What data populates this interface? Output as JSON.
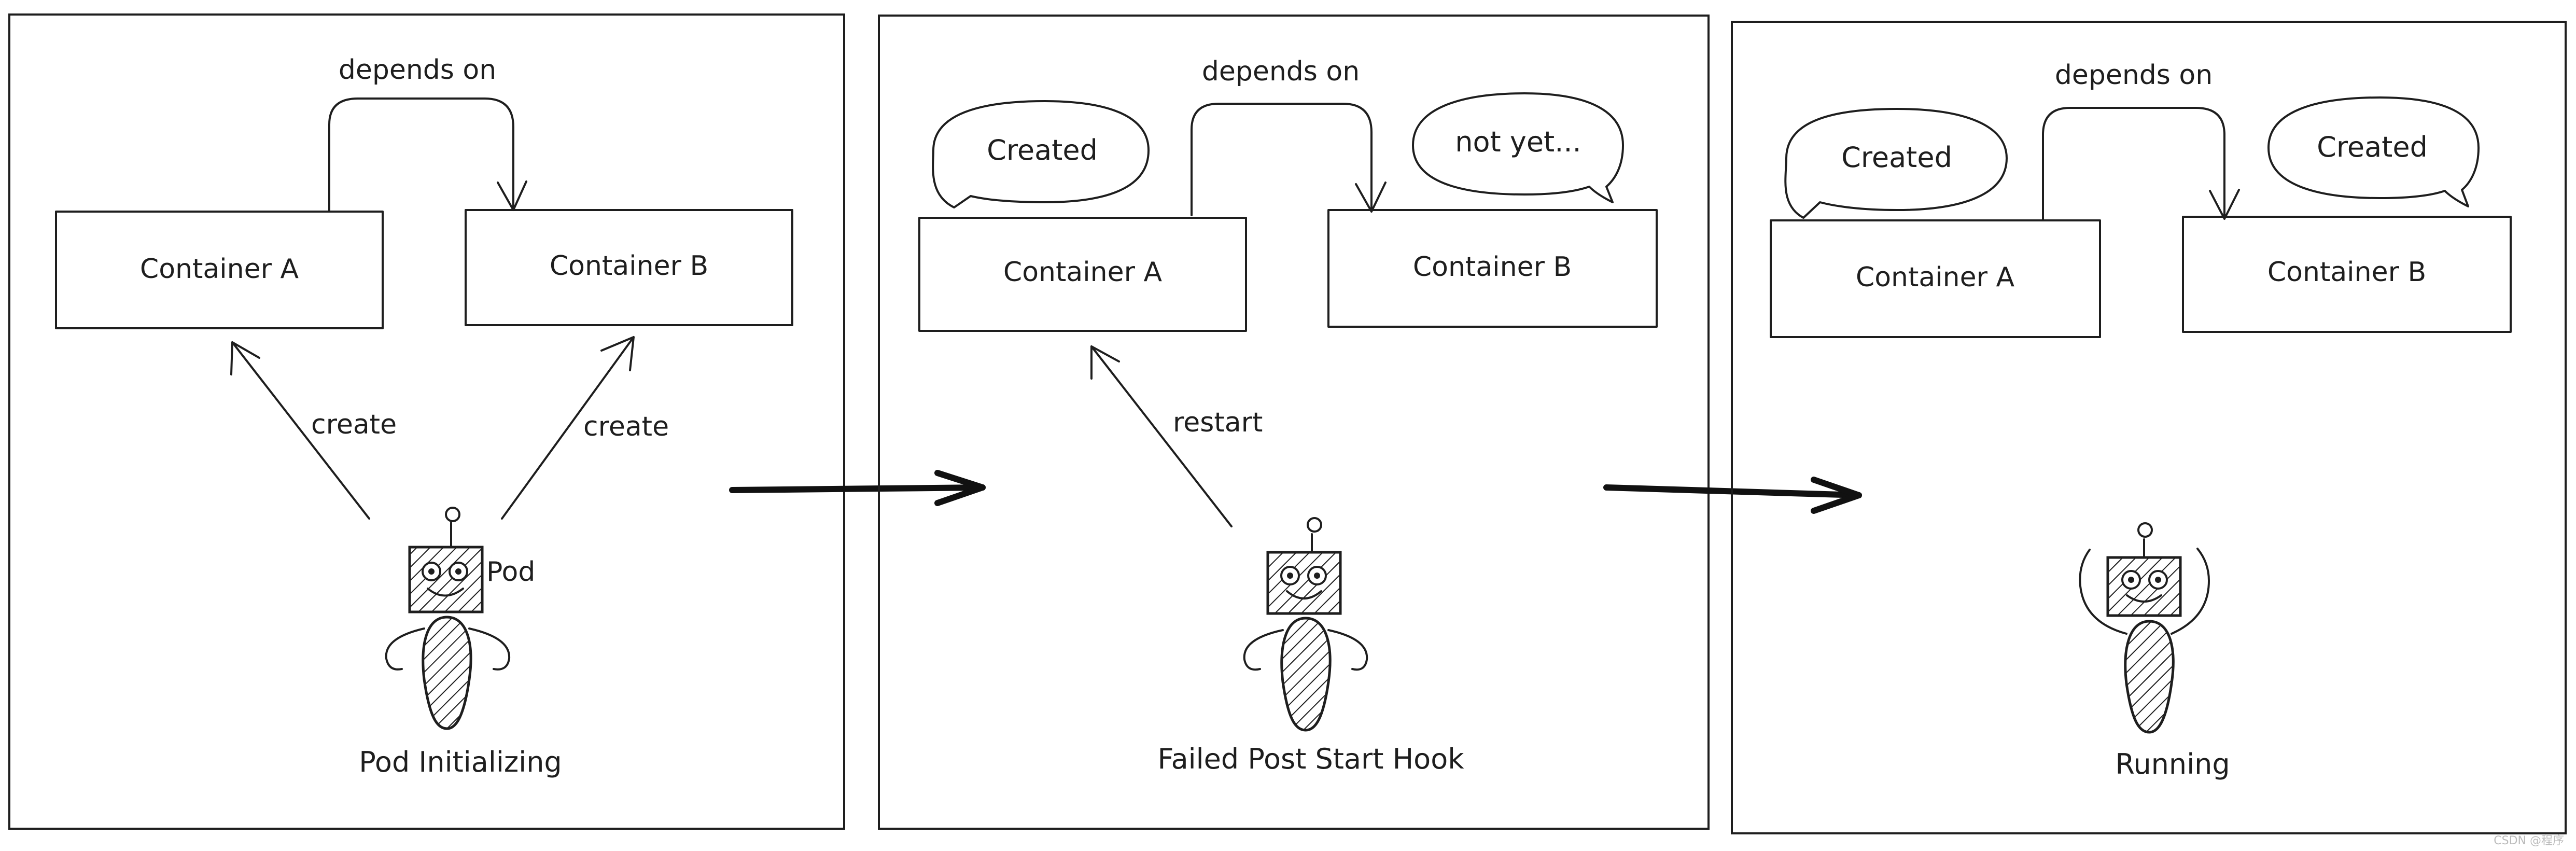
{
  "panels": [
    {
      "caption": "Pod Initializing",
      "container_a": "Container A",
      "container_b": "Container B",
      "dependency_label": "depends on",
      "arrow_labels": [
        "create",
        "create"
      ],
      "robot_label": "Pod",
      "bubble_a": "",
      "bubble_b": ""
    },
    {
      "caption": "Failed Post Start Hook",
      "container_a": "Container A",
      "container_b": "Container B",
      "dependency_label": "depends on",
      "arrow_labels": [
        "restart"
      ],
      "bubble_a": "Created",
      "bubble_b": "not yet..."
    },
    {
      "caption": "Running",
      "container_a": "Container A",
      "container_b": "Container B",
      "dependency_label": "depends on",
      "bubble_a": "Created",
      "bubble_b": "Created"
    }
  ],
  "watermark": "CSDN @程序"
}
